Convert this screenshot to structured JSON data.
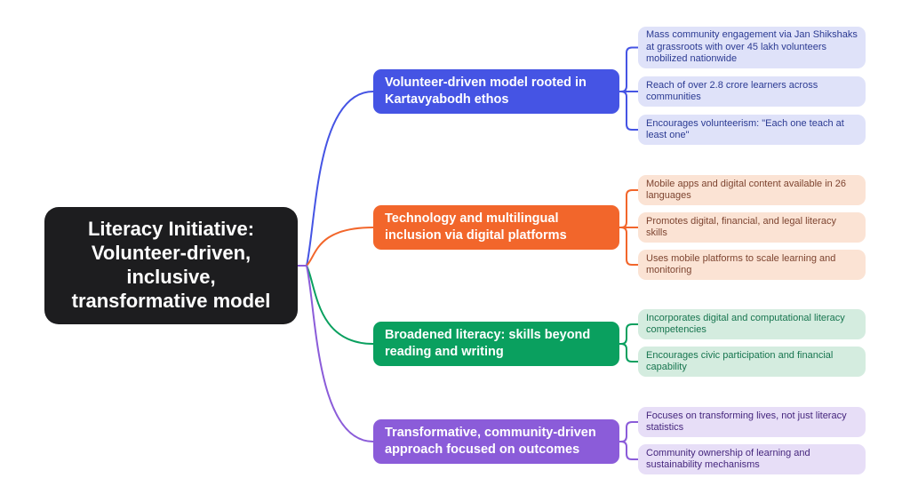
{
  "root": {
    "label": "Literacy Initiative: Volunteer-driven, inclusive, transformative model",
    "bg": "#1d1d1f",
    "text_color": "#ffffff"
  },
  "branches": [
    {
      "label": "Volunteer-driven model rooted in Kartavyabodh ethos",
      "color": "#4554e4",
      "leaf_bg": "#dfe2f9",
      "leaf_text_color": "#2b3a92",
      "leaves": [
        "Mass community engagement via Jan Shikshaks at grassroots with over 45 lakh volunteers mobilized nationwide",
        "Reach of over 2.8 crore learners across communities",
        "Encourages volunteerism: \"Each one teach at least one\""
      ]
    },
    {
      "label": "Technology and multilingual inclusion via digital platforms",
      "color": "#f2662b",
      "leaf_bg": "#fbe3d4",
      "leaf_text_color": "#7d4430",
      "leaves": [
        "Mobile apps and digital content available in 26 languages",
        "Promotes digital, financial, and legal literacy skills",
        "Uses mobile platforms to scale learning and monitoring"
      ]
    },
    {
      "label": "Broadened literacy: skills beyond reading and writing",
      "color": "#0aa05f",
      "leaf_bg": "#d4ecdf",
      "leaf_text_color": "#17754f",
      "leaves": [
        "Incorporates digital and computational literacy competencies",
        "Encourages civic participation and financial capability"
      ]
    },
    {
      "label": "Transformative, community-driven approach focused on outcomes",
      "color": "#8b5cd9",
      "leaf_bg": "#e7def7",
      "leaf_text_color": "#45267d",
      "leaves": [
        "Focuses on transforming lives, not just literacy statistics",
        "Community ownership of learning and sustainability mechanisms"
      ]
    }
  ]
}
